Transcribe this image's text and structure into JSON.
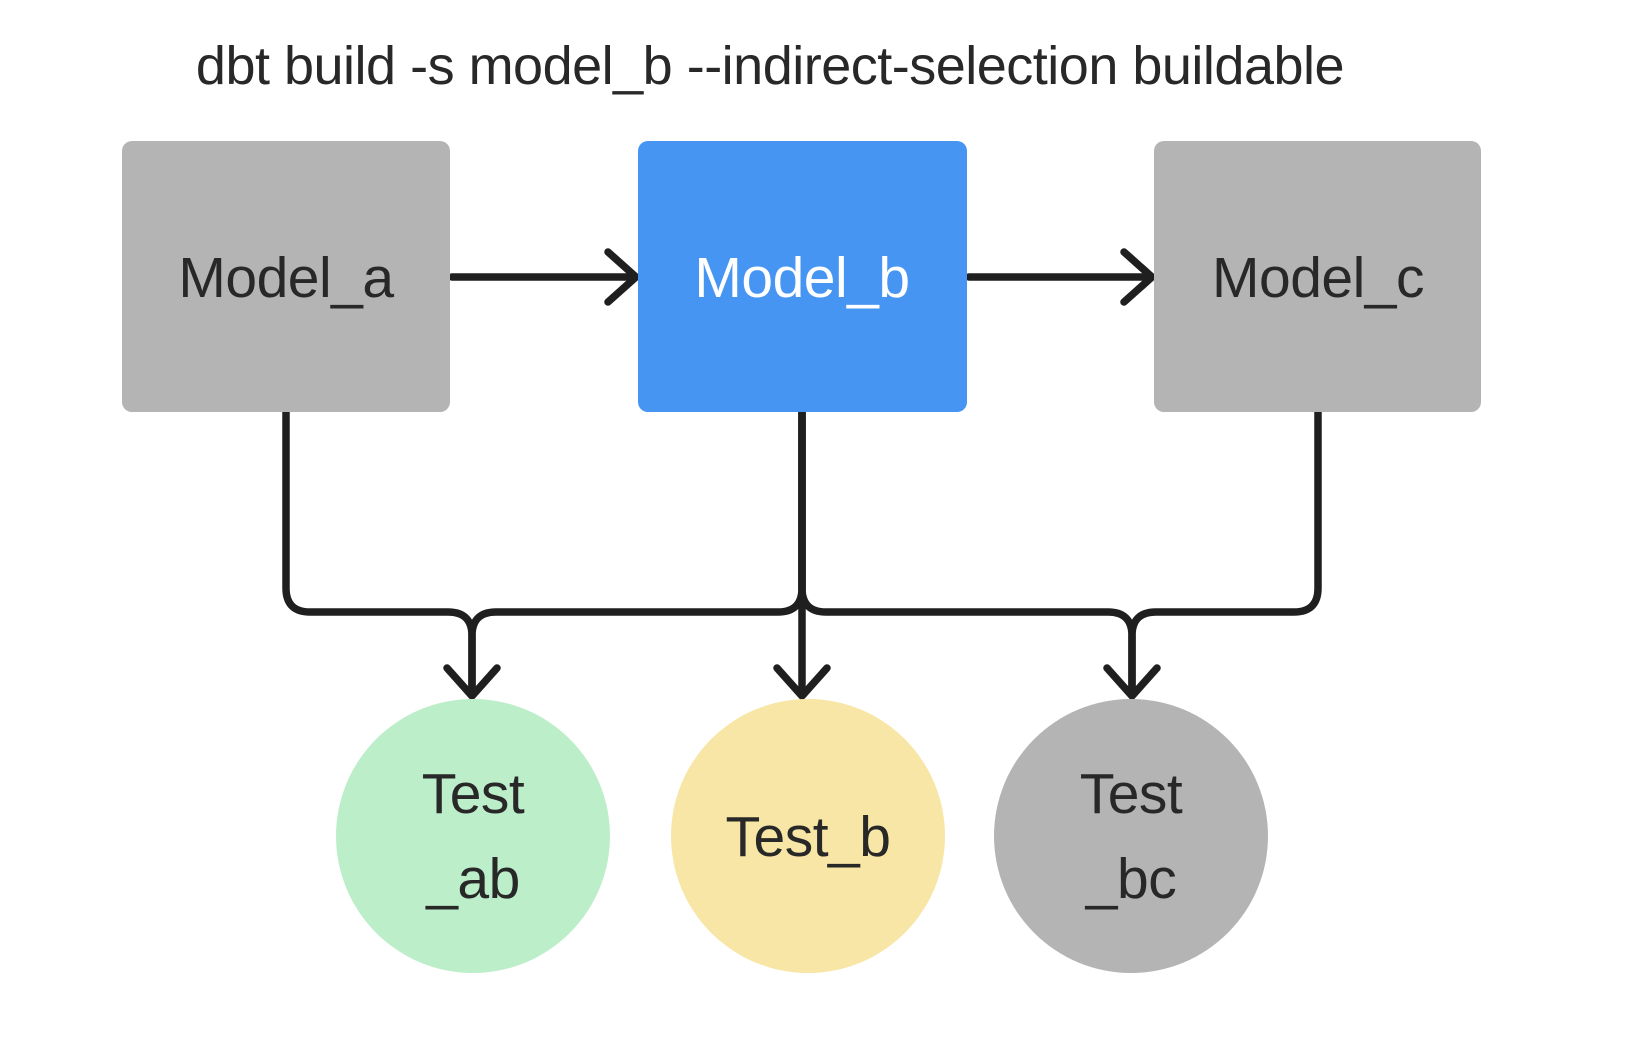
{
  "title": "dbt build -s model_b --indirect-selection buildable",
  "nodes": {
    "model_a": {
      "label": "Model_a",
      "kind": "model",
      "state": "unselected"
    },
    "model_b": {
      "label": "Model_b",
      "kind": "model",
      "state": "selected"
    },
    "model_c": {
      "label": "Model_c",
      "kind": "model",
      "state": "unselected"
    },
    "test_ab": {
      "label_line1": "Test",
      "label_line2": "_ab",
      "kind": "test",
      "state": "included"
    },
    "test_b": {
      "label_line1": "Test_b",
      "label_line2": "",
      "kind": "test",
      "state": "included"
    },
    "test_bc": {
      "label_line1": "Test",
      "label_line2": "_bc",
      "kind": "test",
      "state": "excluded"
    }
  },
  "edges": [
    {
      "from": "model_a",
      "to": "model_b"
    },
    {
      "from": "model_b",
      "to": "model_c"
    },
    {
      "from": "model_a",
      "to": "test_ab"
    },
    {
      "from": "model_b",
      "to": "test_ab"
    },
    {
      "from": "model_b",
      "to": "test_b"
    },
    {
      "from": "model_b",
      "to": "test_bc"
    },
    {
      "from": "model_c",
      "to": "test_bc"
    }
  ],
  "colors": {
    "background": "#ffffff",
    "model_gray": "#b4b4b4",
    "model_blue": "#4695f2",
    "test_green": "#bceec9",
    "test_yellow": "#f8e6a6",
    "test_gray": "#b4b4b4",
    "line": "#1f1f1f",
    "text_dark": "#282828",
    "text_light": "#ffffff"
  }
}
